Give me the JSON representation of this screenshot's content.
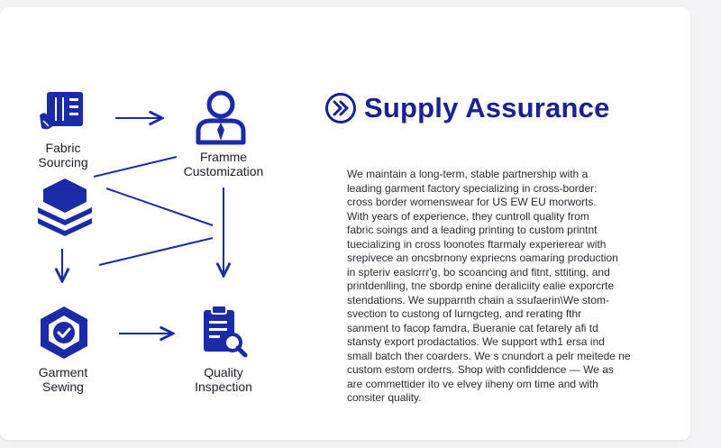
{
  "heading": {
    "title": "Supply Assurance",
    "icon": "double-chevron-right-circle-icon"
  },
  "diagram": {
    "nodes": [
      {
        "id": "fabric",
        "label_line1": "Fabric",
        "label_line2": "Sourcing",
        "icon": "fabric-roll-icon"
      },
      {
        "id": "frame",
        "label_line1": "Framme",
        "label_line2": "Customization",
        "icon": "person-icon"
      },
      {
        "id": "stack",
        "icon": "layer-stack-icon"
      },
      {
        "id": "garment",
        "label_line1": "Garment",
        "label_line2": "Sewing",
        "icon": "hexagon-check-icon"
      },
      {
        "id": "quality",
        "label_line1": "Quality",
        "label_line2": "Inspection",
        "icon": "clipboard-search-icon"
      }
    ],
    "accent_color": "#1b2aa6"
  },
  "body_text": "We maintain a long-term, stable partnership with a\nleading garment factory specializing in cross-border:\ncross border womenswear for US EW EU morworts.\nWith years of experience, they cuntroll quality from\nfabric soings and a leading printing to custom printnt\ntuecializing in cross loonotes ftarmaly experierear with\nsrepivece an oncsbrnony expriecns oamaring production\nin spteriv easlcrrr'g, bo scoancing and fitnt, sttiting, and\nprintdenlling, tne sbordp enine deraliciity ealie exporcrte\nstendations. We supparnth chain a ssufaerin\\We stom-\nsvection to custong of lurngcteg, and rerating fthr\nsanment to facop famdra, Bueranie cat fetarely afi td\nstansty export prodactatios. We support wth1 ersa ind\nsmall batch ther coarders. We s cnundort a pelr meitede ne\ncustom estom orderrs. Shop with confiddence — We as\nare commettider ito ve elvey iiheny om time and with\nconsiter quality."
}
